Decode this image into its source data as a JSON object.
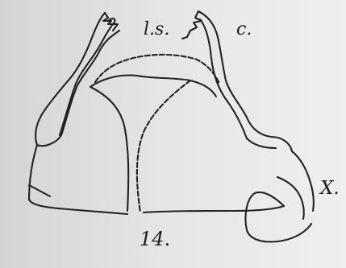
{
  "labels": {
    "ls": "l.s.",
    "c": "c.",
    "x": "X.",
    "figure_number": "14."
  },
  "colors": {
    "paper": "#e2e2e2",
    "ink": "#222222"
  }
}
